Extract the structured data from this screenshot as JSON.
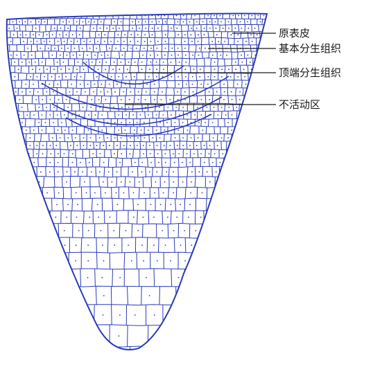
{
  "colors": {
    "cell_wall": "#2b3bb8",
    "nucleus": "#2b3bb8",
    "background": "#ffffff",
    "label_text": "#1a1a1a"
  },
  "labels": {
    "protoderm": "原表皮",
    "ground_meristem": "基本分生组织",
    "apical_meristem": "顶端分生组织",
    "quiescent_center": "不活动区"
  }
}
